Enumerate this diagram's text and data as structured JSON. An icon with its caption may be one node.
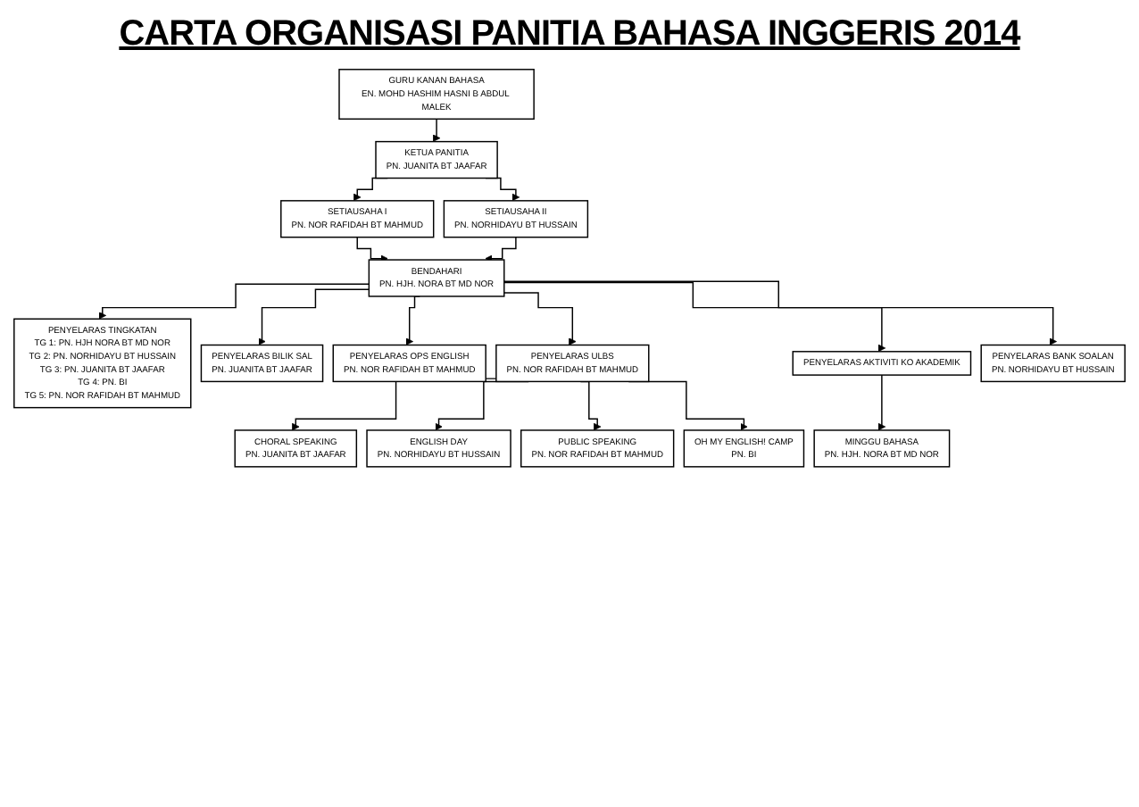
{
  "diagram": {
    "title": "CARTA ORGANISASI PANITIA BAHASA INGGERIS 2014",
    "nodes": [
      {
        "text": [
          "GURU KANAN BAHASA",
          "EN. MOHD HASHIM HASNI B ABDUL MALEK"
        ]
      },
      {
        "text": [
          "KETUA PANITIA",
          "PN. JUANITA BT JAAFAR"
        ]
      },
      {
        "text": [
          "SETIAUSAHA I",
          "PN. NOR RAFIDAH BT MAHMUD"
        ]
      },
      {
        "text": [
          "SETIAUSAHA II",
          "PN. NORHIDAYU BT HUSSAIN"
        ]
      },
      {
        "text": [
          "BENDAHARI",
          "PN. HJH. NORA BT MD NOR"
        ]
      },
      {
        "text": [
          "PENYELARAS TINGKATAN",
          "TG 1: PN. HJH NORA BT MD NOR",
          "TG 2: PN. NORHIDAYU BT HUSSAIN",
          "TG 3: PN. JUANITA BT JAAFAR",
          "TG 4: PN. BI",
          "TG 5: PN. NOR RAFIDAH BT MAHMUD"
        ]
      },
      {
        "text": [
          "PENYELARAS BILIK SAL",
          "PN. JUANITA BT JAAFAR"
        ]
      },
      {
        "text": [
          "PENYELARAS OPS ENGLISH",
          "PN. NOR RAFIDAH BT MAHMUD"
        ]
      },
      {
        "text": [
          "PENYELARAS AKTIVITI KO AKADEMIK"
        ]
      },
      {
        "text": [
          "PENYELARAS ULBS",
          "PN. NOR RAFIDAH BT MAHMUD"
        ]
      },
      {
        "text": [
          "PENYELARAS BANK SOALAN",
          "PN. NORHIDAYU BT HUSSAIN"
        ]
      },
      {
        "text": [
          "CHORAL SPEAKING",
          "PN. JUANITA BT JAAFAR"
        ]
      },
      {
        "text": [
          "PUBLIC SPEAKING",
          "PN. NOR RAFIDAH BT MAHMUD"
        ]
      },
      {
        "text": [
          "MINGGU BAHASA",
          "PN. HJH. NORA BT MD NOR"
        ]
      },
      {
        "text": [
          "ENGLISH DAY",
          "PN. NORHIDAYU BT HUSSAIN"
        ]
      },
      {
        "text": [
          "OH MY ENGLISH! CAMP",
          "PN. BI"
        ]
      }
    ],
    "edges": [
      {
        "from": 0,
        "to": 1,
        "arrow": "to"
      },
      {
        "from": 1,
        "to": 2,
        "arrow": "to"
      },
      {
        "from": 1,
        "to": 3,
        "arrow": "to"
      },
      {
        "from": 2,
        "to": 4,
        "arrow": "to"
      },
      {
        "from": 3,
        "to": 4,
        "arrow": "to"
      },
      {
        "from": 4,
        "to": 5,
        "arrow": "to"
      },
      {
        "from": 4,
        "to": 6,
        "arrow": "to"
      },
      {
        "from": 4,
        "to": 9,
        "arrow": "to"
      },
      {
        "from": 4,
        "to": 7,
        "arrow": "to"
      },
      {
        "from": 4,
        "to": 10,
        "arrow": "to"
      },
      {
        "from": 4,
        "to": 8,
        "arrow": "to"
      },
      {
        "from": 9,
        "to": 11,
        "arrow": "to"
      },
      {
        "from": 9,
        "to": 14,
        "arrow": "to"
      },
      {
        "from": 9,
        "to": 12,
        "arrow": "to"
      },
      {
        "from": 9,
        "to": 15,
        "arrow": "to"
      },
      {
        "from": 8,
        "to": 13,
        "arrow": "to"
      }
    ]
  }
}
